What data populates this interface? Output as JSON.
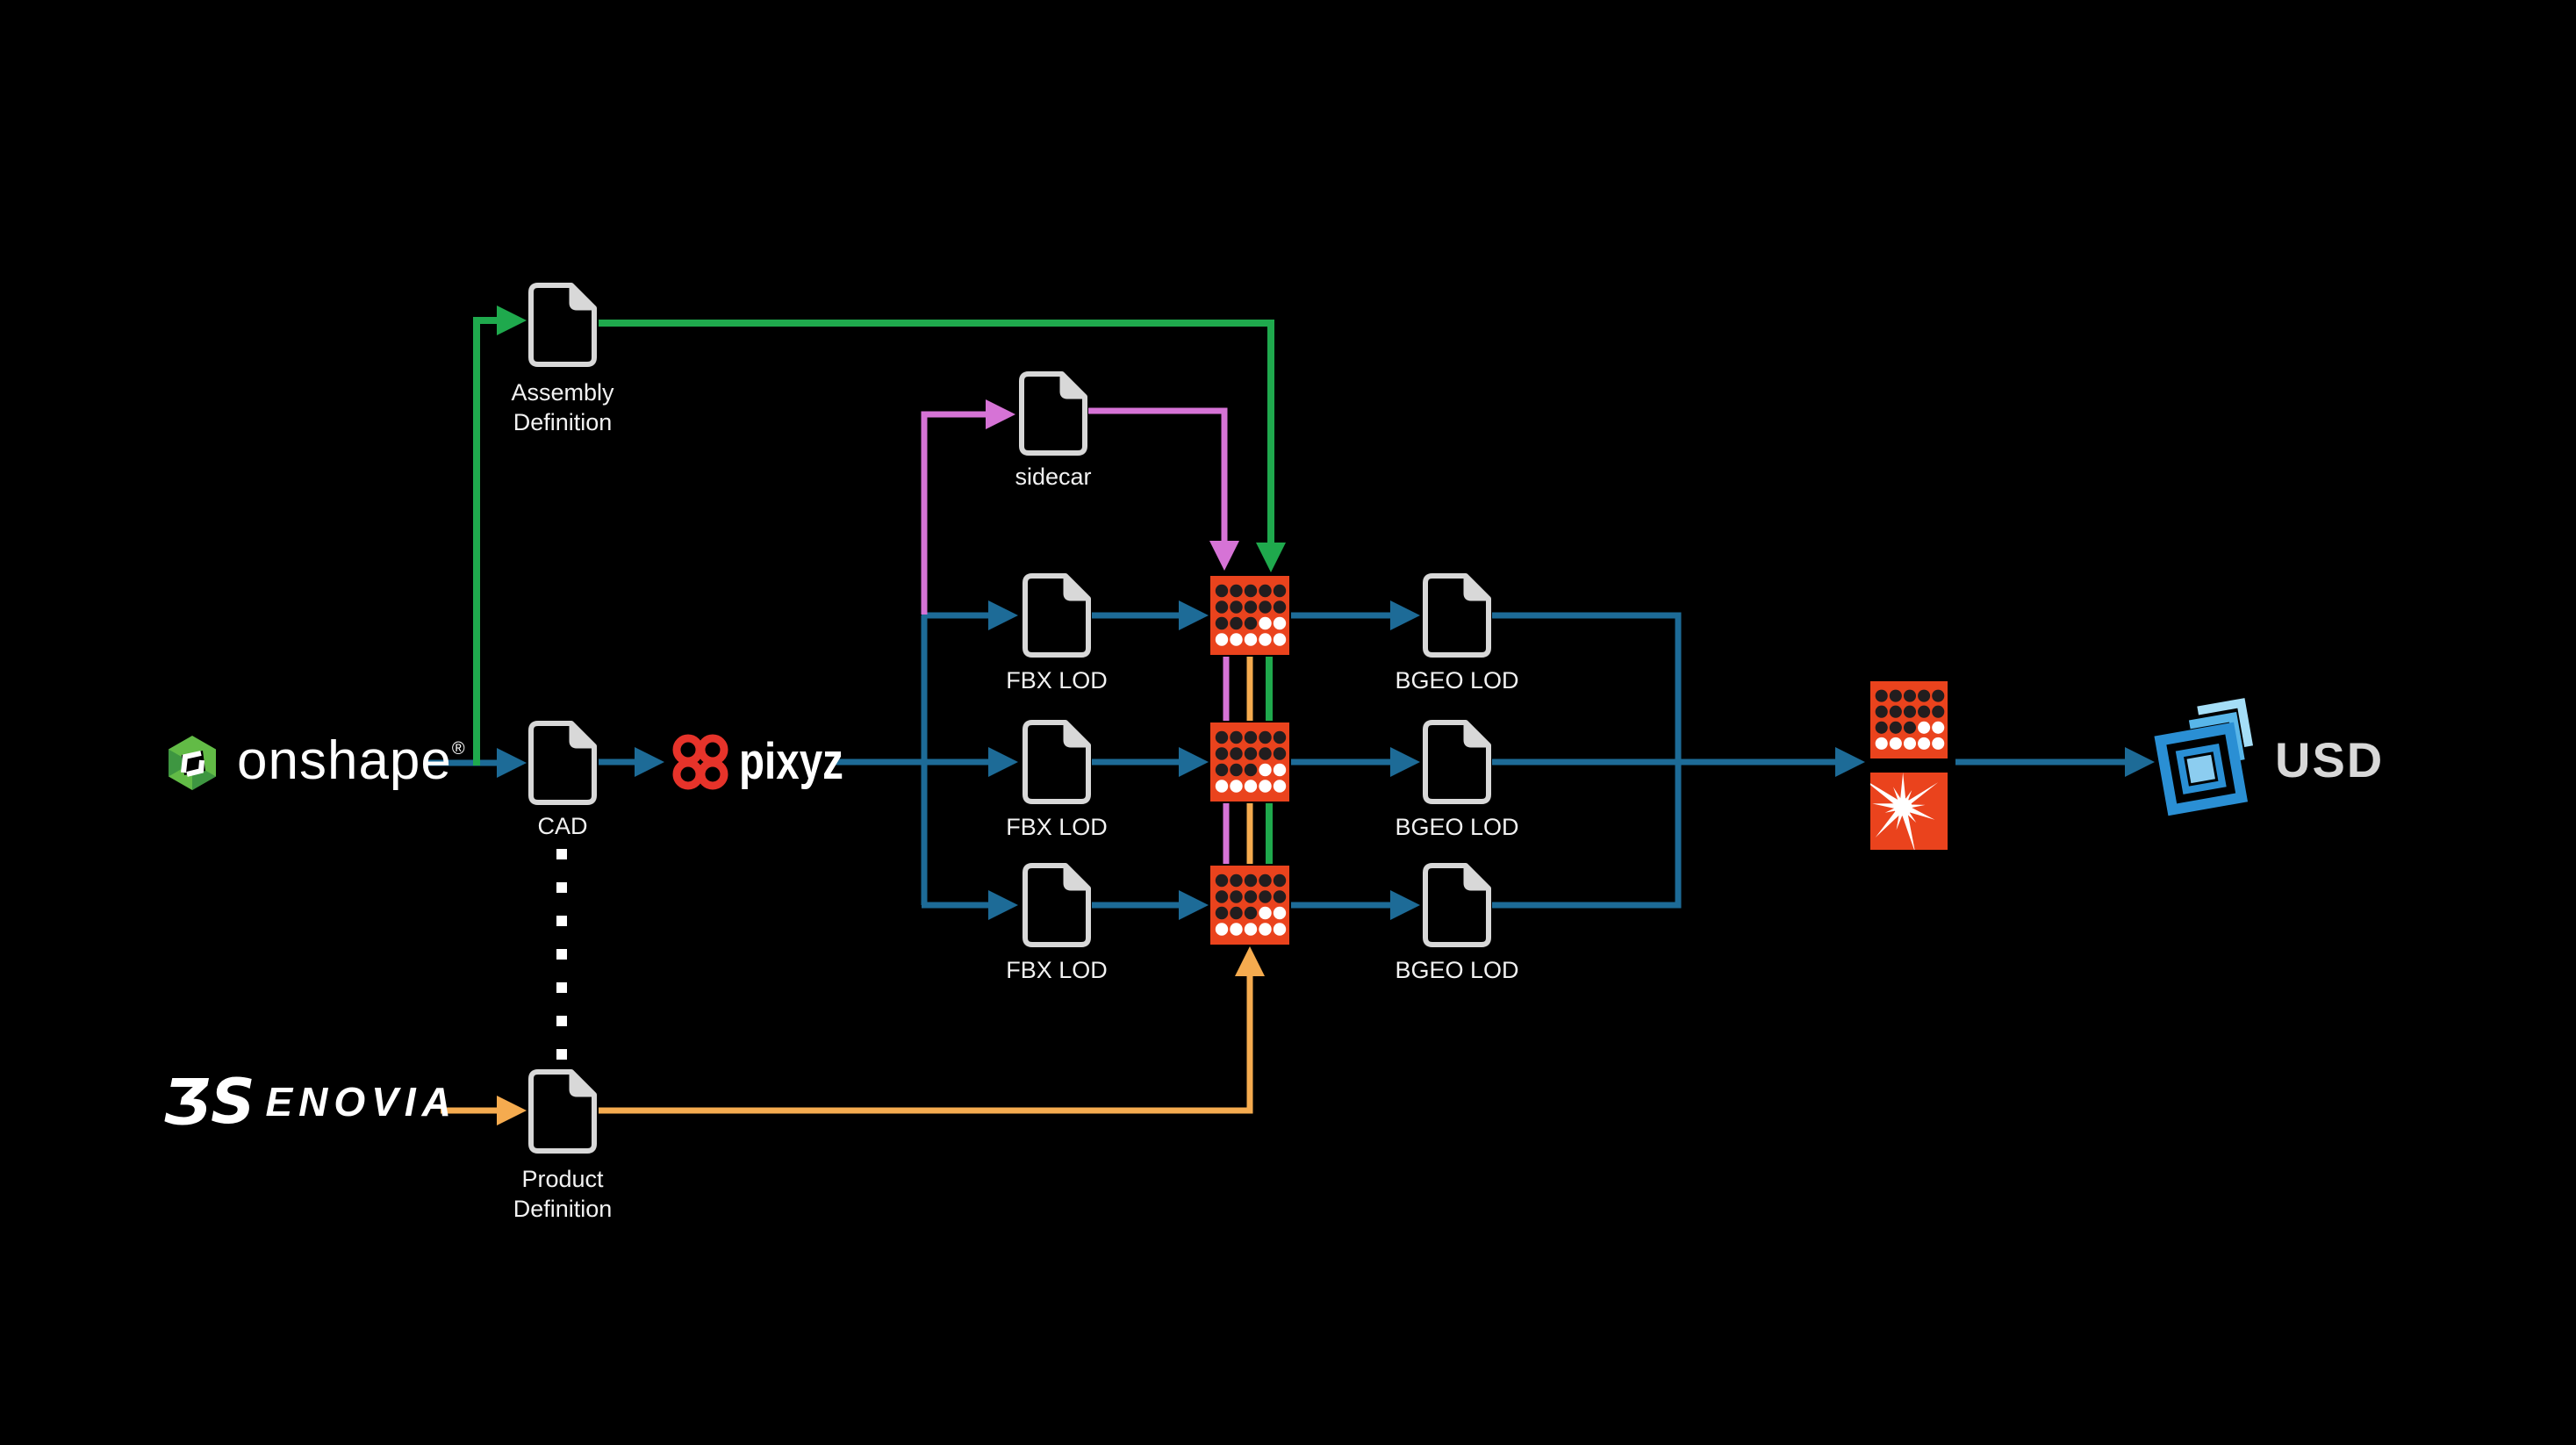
{
  "diagram_title": "",
  "colors": {
    "background": "#000000",
    "flow_blue": "#1d6b97",
    "flow_green": "#1fa94d",
    "flow_magenta": "#d673d6",
    "flow_orange": "#f5ab4f",
    "houdini_orange": "#ea431d",
    "dot_dark": "#221d1e",
    "dot_white": "#ffffff",
    "doc_gray": "#d8d8d8",
    "label_text": "#f2f2f2",
    "logo_white": "#ffffff",
    "onshape_green": "#62bb46",
    "onshape_green_dark": "#3e9641",
    "pixyz_red": "#e6332a",
    "usd_blue": "#2a8fd4",
    "usd_blue_mid": "#58b6e9",
    "usd_blue_light": "#a5def7",
    "usd_blue_pale": "#8ccdf0",
    "usd_text": "#d8d8d8"
  },
  "logos": {
    "onshape": {
      "text": "onshape",
      "registered_mark": "®"
    },
    "pixyz": {
      "text": "pixyz"
    },
    "enovia": {
      "mark": "ƷS",
      "text": "ENOVIA"
    },
    "usd": {
      "text": "USD"
    }
  },
  "documents": {
    "assembly_definition": {
      "label_line1": "Assembly",
      "label_line2": "Definition"
    },
    "sidecar": {
      "label": "sidecar"
    },
    "cad": {
      "label": "CAD"
    },
    "fbx_lod": {
      "label": "FBX LOD"
    },
    "bgeo_lod": {
      "label": "BGEO LOD"
    },
    "product_definition": {
      "label_line1": "Product",
      "label_line2": "Definition"
    }
  },
  "icon_names": {
    "document_icon": "file page with folded corner",
    "houdini_tops_icon": "orange square with 5x4 task-dot grid (dark + white dots)",
    "karma_icon": "orange square with white render starburst",
    "onshape_hexagon_icon": "green hexagon with white angular swirl",
    "pixyz_knot_icon": "red interlocked loop knot",
    "dassault_3ds_icon": "3DS swoosh mark",
    "usd_layers_icon": "stacked tilted blue squares"
  }
}
